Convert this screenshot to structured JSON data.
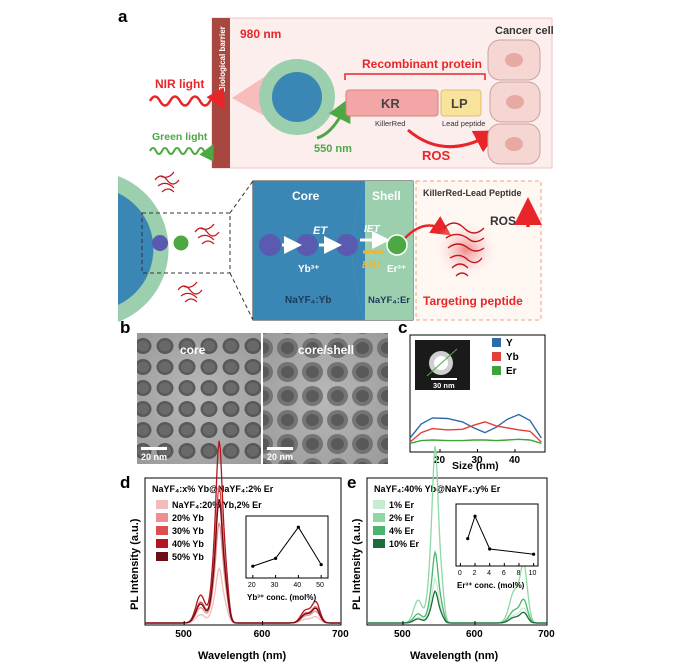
{
  "panel_labels": {
    "a": "a",
    "b": "b",
    "c": "c",
    "d": "d",
    "e": "e"
  },
  "panel_a": {
    "barrier": "Biological barrier",
    "nir_wavelength": "980 nm",
    "nir_light": "NIR light",
    "green_light": "Green light",
    "emission": "550 nm",
    "recombinant_protein": "Recombinant protein",
    "kr": "KR",
    "lp": "LP",
    "killerred": "KillerRed",
    "lead_peptide": "Lead peptide",
    "cancer_cell": "Cancer cell",
    "ros_top": "ROS",
    "core": "Core",
    "shell": "Shell",
    "et": "ET",
    "iet": "IET",
    "ebt": "EBT",
    "yb": "Yb³⁺",
    "er": "Er³⁺",
    "core_formula": "NaYF₄:Yb",
    "shell_formula": "NaYF₄:Er",
    "kr_lp": "KillerRed-Lead Peptide",
    "ros_bottom": "ROS",
    "targeting": "Targeting peptide",
    "colors": {
      "red": "#e8262a",
      "green": "#4da844",
      "core": "#3a86b4",
      "shell": "#9ccfae",
      "kr": "#f3a6a6",
      "lp": "#f7e39a"
    }
  },
  "panel_b": {
    "left_label": "core",
    "right_label": "core/shell",
    "scale_left": "20 nm",
    "scale_right": "20 nm"
  },
  "panel_c": {
    "inset_scale": "30 nm",
    "chart_data": {
      "type": "line",
      "xlabel": "Size (nm)",
      "xticks": [
        20,
        30,
        40
      ],
      "xlim": [
        12,
        48
      ],
      "ylim": [
        0,
        1
      ],
      "legend_position": "top-right",
      "series": [
        {
          "name": "Y",
          "color": "#2e6aa8",
          "x": [
            12,
            15,
            18,
            22,
            26,
            29,
            32,
            35,
            38,
            41,
            44,
            47
          ],
          "y": [
            0.12,
            0.33,
            0.42,
            0.41,
            0.36,
            0.27,
            0.2,
            0.28,
            0.4,
            0.47,
            0.38,
            0.12
          ]
        },
        {
          "name": "Yb",
          "color": "#e0403a",
          "x": [
            12,
            15,
            18,
            22,
            26,
            29,
            32,
            35,
            38,
            41,
            44,
            47
          ],
          "y": [
            0.06,
            0.2,
            0.26,
            0.24,
            0.25,
            0.31,
            0.36,
            0.3,
            0.27,
            0.24,
            0.22,
            0.06
          ]
        },
        {
          "name": "Er",
          "color": "#3fa33a",
          "x": [
            12,
            15,
            18,
            22,
            26,
            29,
            32,
            35,
            38,
            41,
            44,
            47
          ],
          "y": [
            0.04,
            0.08,
            0.09,
            0.08,
            0.08,
            0.09,
            0.09,
            0.08,
            0.09,
            0.1,
            0.09,
            0.04
          ]
        }
      ]
    }
  },
  "panel_d": {
    "title": "NaYF₄:x% Yb@NaYF₄:2% Er",
    "chart_data": {
      "type": "line",
      "xlabel": "Wavelength (nm)",
      "ylabel": "PL Intensity (a.u.)",
      "xticks": [
        500,
        600,
        700
      ],
      "xlim": [
        450,
        700
      ],
      "series": [
        {
          "name": "NaYF₄:20% Yb,2% Er",
          "color": "#f2bcbc",
          "scale": 0.3
        },
        {
          "name": "20% Yb",
          "color": "#eb8f8f",
          "scale": 0.55
        },
        {
          "name": "30% Yb",
          "color": "#db4f52",
          "scale": 0.75
        },
        {
          "name": "40% Yb",
          "color": "#b3161f",
          "scale": 1.0
        },
        {
          "name": "50% Yb",
          "color": "#6e0d16",
          "scale": 0.68
        }
      ],
      "inset": {
        "xlabel": "Yb³⁺ conc. (mol%)",
        "xticks": [
          20,
          30,
          40,
          50
        ],
        "x": [
          20,
          30,
          40,
          50
        ],
        "y": [
          0.15,
          0.3,
          0.9,
          0.18
        ]
      }
    }
  },
  "panel_e": {
    "title": "NaYF₄:40% Yb@NaYF₄:y% Er",
    "chart_data": {
      "type": "line",
      "xlabel": "Wavelength (nm)",
      "ylabel": "PL Intensity (a.u.)",
      "xticks": [
        500,
        600,
        700
      ],
      "xlim": [
        450,
        700
      ],
      "series": [
        {
          "name": "1% Er",
          "color": "#c7ecd2",
          "scale": 0.25
        },
        {
          "name": "2% Er",
          "color": "#8fd8a3",
          "scale": 1.0
        },
        {
          "name": "4% Er",
          "color": "#4bb56f",
          "scale": 0.4
        },
        {
          "name": "10% Er",
          "color": "#1e6b3c",
          "scale": 0.18
        }
      ],
      "inset": {
        "xlabel": "Er³⁺ conc. (mol%)",
        "xticks": [
          0,
          2,
          4,
          6,
          8,
          10
        ],
        "x": [
          1,
          2,
          4,
          10
        ],
        "y": [
          0.45,
          0.88,
          0.25,
          0.15
        ]
      }
    }
  }
}
